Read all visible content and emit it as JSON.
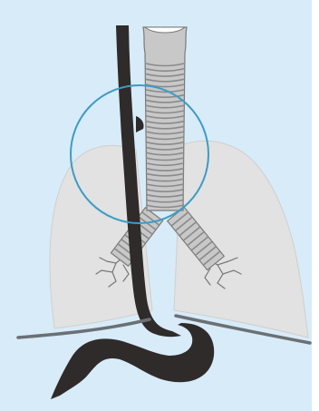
{
  "diagram": {
    "colors": {
      "background_frame": "#d8ebf8",
      "page": "#ffffff",
      "lungs": "#e2e2e2",
      "lung_outline": "#bdbdbd",
      "trachea_fill": "#c8c8c8",
      "trachea_ring_stroke": "#8a8a8a",
      "trachea_outline": "#7a7a7a",
      "esophagus": "#2f2b2a",
      "diaphragm": "#6b7075",
      "highlight_circle": "#3d9cc4"
    },
    "parts": [
      "esophagus",
      "trachea",
      "left-bronchus",
      "right-bronchus",
      "left-lung",
      "right-lung",
      "stomach",
      "diaphragm",
      "highlight-circle"
    ],
    "trachea_ring_count": 28,
    "bronchus_ring_count": 10
  }
}
